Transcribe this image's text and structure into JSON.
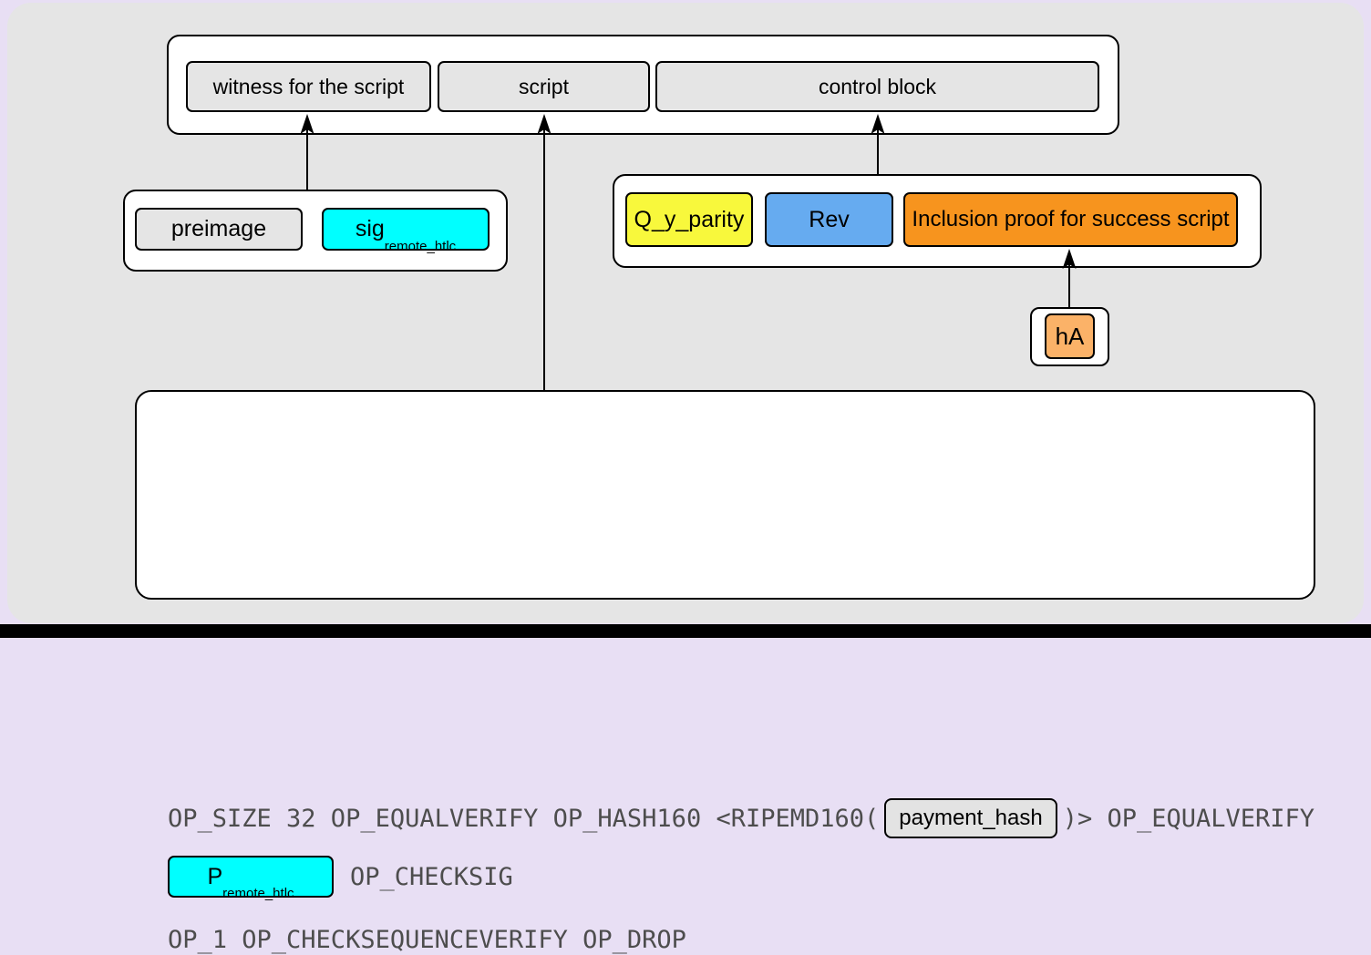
{
  "top_row": {
    "witness_label": "witness for the script",
    "script_label": "script",
    "control_label": "control block"
  },
  "witness_stack": {
    "preimage_label": "preimage",
    "sig_base": "sig",
    "sig_subscript": "remote_htlc"
  },
  "control_stack": {
    "q_y_parity_label": "Q_y_parity",
    "rev_label": "Rev",
    "inclusion_proof_label": "Inclusion proof for success script"
  },
  "leaf_hash": {
    "label": "hA"
  },
  "script": {
    "line1_prefix": "OP_SIZE 32 OP_EQUALVERIFY OP_HASH160 <RIPEMD160(",
    "payment_hash_label": "payment_hash",
    "line1_suffix": ")> OP_EQUALVERIFY",
    "pubkey_base": "P",
    "pubkey_subscript": "remote_htlc",
    "checksig_label": "OP_CHECKSIG",
    "line3": "OP_1 OP_CHECKSEQUENCEVERIFY OP_DROP"
  },
  "colors": {
    "canvas_gray": "#e5e5e5",
    "page_background": "#e8dff4",
    "cyan": "#00ffff",
    "yellow": "#f8f83c",
    "blue": "#66abf0",
    "orange": "#f7941e",
    "light_orange": "#fbb268",
    "script_text_gray": "#4d4d4d",
    "bottom_bar_black": "#000000"
  }
}
